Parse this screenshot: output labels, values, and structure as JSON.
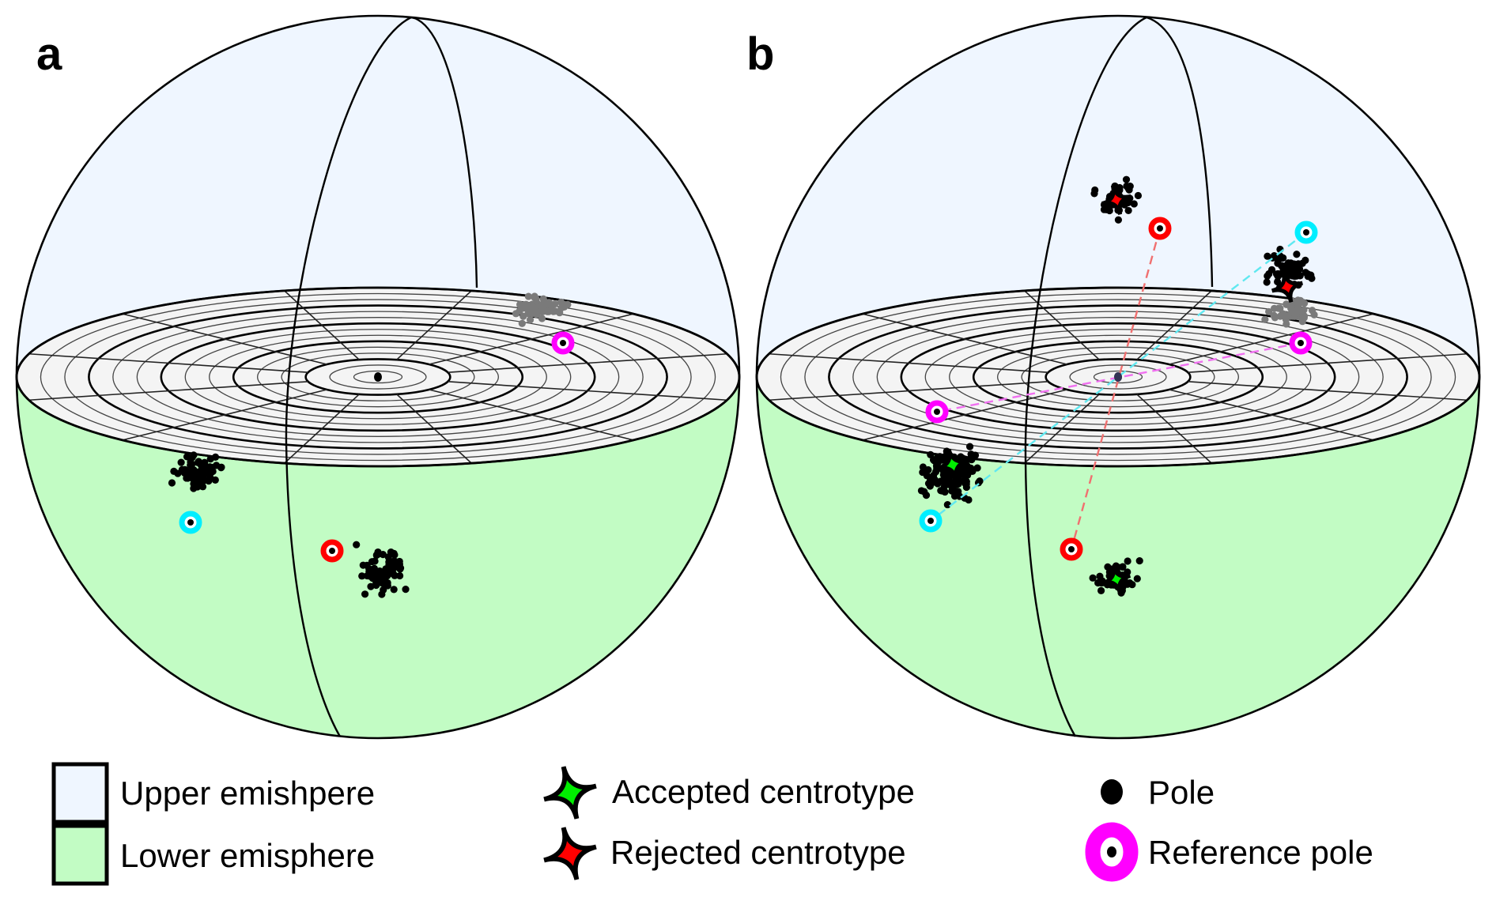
{
  "figure": {
    "panels": [
      {
        "label": "a",
        "clusters": [
          {
            "name": "upper-cluster",
            "hemisphere": "upper",
            "centrotype": null,
            "reference_pole_color": "magenta"
          },
          {
            "name": "lower-left-cluster",
            "hemisphere": "lower",
            "centrotype": null,
            "reference_pole_color": "cyan"
          },
          {
            "name": "lower-center-cluster",
            "hemisphere": "lower",
            "centrotype": null,
            "reference_pole_color": "red"
          }
        ]
      },
      {
        "label": "b",
        "clusters": [
          {
            "name": "top-cluster",
            "hemisphere": "upper",
            "centrotype": "rejected",
            "reference_pole_color": "red"
          },
          {
            "name": "upper-right-cluster",
            "hemisphere": "upper",
            "centrotype": "rejected",
            "reference_pole_color": "cyan"
          },
          {
            "name": "lower-left-cluster",
            "hemisphere": "lower",
            "centrotype": "accepted",
            "reference_pole_color": "magenta"
          },
          {
            "name": "lower-center-cluster",
            "hemisphere": "lower",
            "centrotype": "accepted",
            "reference_pole_color": "red"
          }
        ],
        "connectors": [
          {
            "from": "red-reference-upper",
            "to": "red-reference-lower",
            "color": "red",
            "style": "dashed"
          },
          {
            "from": "cyan-reference-upper",
            "to": "cyan-reference-lower",
            "color": "cyan",
            "style": "dashed"
          },
          {
            "from": "magenta-reference-upper",
            "to": "magenta-reference-lower",
            "color": "magenta",
            "style": "dashed"
          }
        ]
      }
    ]
  },
  "legend": {
    "upper": "Upper emishpere",
    "lower": "Lower emisphere",
    "accepted": "Accepted centrotype",
    "rejected": "Rejected centrotype",
    "pole": "Pole",
    "reference": "Reference pole"
  },
  "colors": {
    "upper_hemisphere": "#eff6ff",
    "lower_hemisphere": "#c2fcc4",
    "disc": "#f4f4f4",
    "accepted": "#00ee00",
    "rejected": "#ff0000",
    "pole": "#000000",
    "pole_projected": "#7a7a7a",
    "reference_magenta": "#ff00ff",
    "reference_cyan": "#00eeff",
    "reference_red": "#ff0000",
    "dash_red": "#f07070",
    "dash_cyan": "#60e8f0",
    "dash_magenta": "#f070f0"
  }
}
